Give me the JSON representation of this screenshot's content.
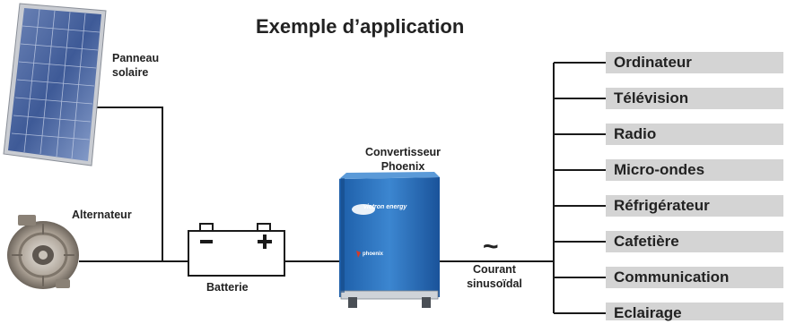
{
  "title": "Exemple d’application",
  "components": {
    "solar_panel": "Panneau solaire",
    "alternator": "Alternateur",
    "battery": "Batterie",
    "converter": "Convertisseur Phoenix",
    "converter_brand": "victron energy",
    "converter_model": "phoenix",
    "current_symbol": "~",
    "current_type": "Courant sinusoïdal"
  },
  "appliances": [
    "Ordinateur",
    "Télévision",
    "Radio",
    "Micro-ondes",
    "Réfrigérateur",
    "Cafetière",
    "Communication",
    "Eclairage"
  ],
  "colors": {
    "converter_blue": "#2a6fb8",
    "appliance_bg": "#d4d4d4",
    "wire": "#1a1a1a"
  }
}
